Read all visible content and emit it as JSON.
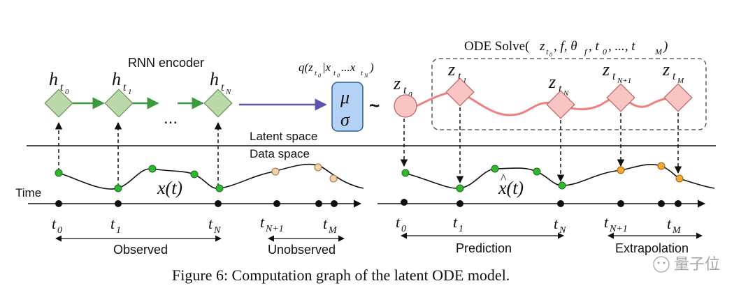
{
  "labels": {
    "rnn_encoder": "RNN encoder",
    "h_t0": "h",
    "h_t0_sub": "t",
    "h_t0_subsub": "0",
    "h_t1": "h",
    "h_t1_sub": "t",
    "h_t1_subsub": "1",
    "h_tN": "h",
    "h_tN_sub": "t",
    "h_tN_subsub": "N",
    "ellipsis": "...",
    "posterior": "q(z",
    "posterior_full": "q(z_{t0}|x_{t0}...x_{tN})",
    "mu": "μ",
    "sigma": "σ",
    "tilde": "~",
    "z_t0": "z_{t0}",
    "z_t1": "z_{t1}",
    "z_tN": "z_{tN}",
    "z_tN1": "z_{tN+1}",
    "z_tM": "z_{tM}",
    "ode_solve": "ODE Solve(z_{t0}, f, θ_f, t_0, ..., t_M)",
    "latent_space": "Latent space",
    "data_space": "Data space",
    "time": "Time",
    "x_t": "x(t)",
    "x_hat_t": "x̂(t)",
    "left_ticks": [
      "t0",
      "t1",
      "tN",
      "tN+1",
      "tM"
    ],
    "right_ticks": [
      "t0",
      "t1",
      "tN",
      "tN+1",
      "tM"
    ],
    "observed": "Observed",
    "unobserved": "Unobserved",
    "prediction": "Prediction",
    "extrapolation": "Extrapolation",
    "caption": "Figure 6: Computation graph of the latent ODE model.",
    "watermark": "量子位"
  },
  "colors": {
    "green_node_fill": "#b9d9a8",
    "green_node_stroke": "#6e8f5e",
    "green_arrow": "#3c9a3c",
    "blue_arrow": "#5b55b0",
    "mu_box_fill": "#b4d2f5",
    "mu_box_stroke": "#2f5f9a",
    "pink_fill": "#f8c4c4",
    "pink_stroke": "#c06060",
    "ode_curve": "#f08080",
    "green_dot": "#2fb82f",
    "orange_dot": "#f0a830",
    "pale_orange_dot": "#f5d3a8",
    "black": "#111111"
  }
}
